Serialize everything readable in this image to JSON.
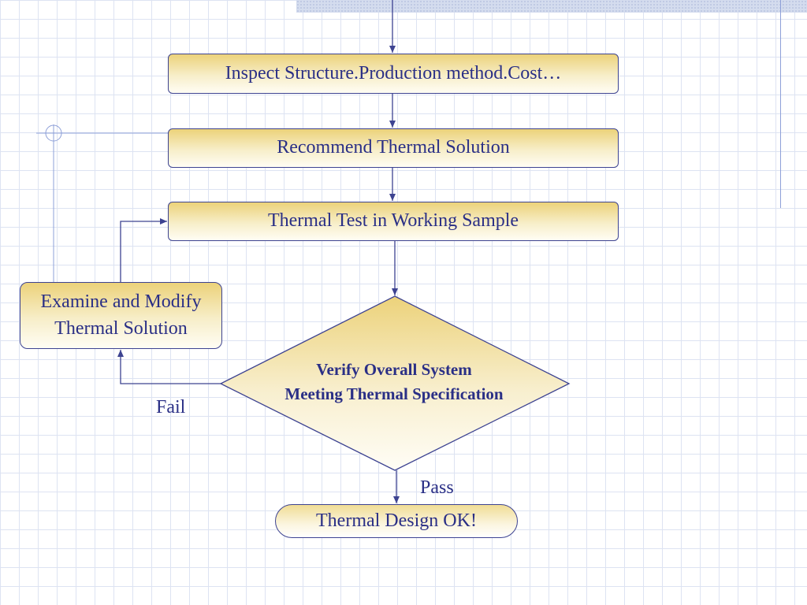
{
  "nodes": {
    "inspect": "Inspect Structure.Production method.Cost…",
    "recommend": "Recommend Thermal Solution",
    "test": "Thermal Test in Working Sample",
    "verify_line1": "Verify Overall System",
    "verify_line2": "Meeting Thermal Specification",
    "examine_line1": "Examine and Modify",
    "examine_line2": "Thermal Solution",
    "ok": "Thermal Design OK!"
  },
  "edges": {
    "fail": "Fail",
    "pass": "Pass"
  },
  "colors": {
    "line": "#3d4391",
    "text": "#2a2f86",
    "fill_top": "#ecd27a",
    "fill_bottom": "#fffdf4",
    "grid": "#dde3f2",
    "accent_line": "#8ea0d8"
  }
}
